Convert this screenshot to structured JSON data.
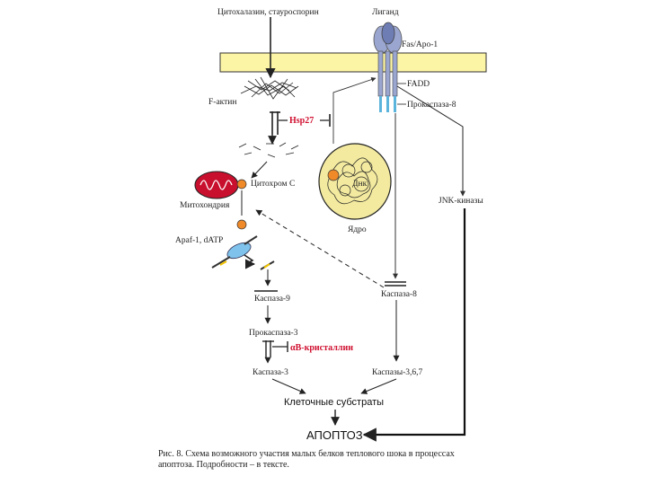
{
  "labels": {
    "cytochalasin": "Цитохалазин, стауроспорин",
    "ligand": "Лиганд",
    "fas_apo": "Fas/Apo-1",
    "fadd": "FADD",
    "procaspase8": "Прокаспаза-8",
    "f_actin": "F-актин",
    "hsp27": "Hsp27",
    "mitochondria": "Митохондрия",
    "cytochrome_c": "Цитохром С",
    "dna": "Днк",
    "nucleus": "Ядро",
    "jnk": "JNK-киназы",
    "apaf": "Apaf-1, dATP",
    "caspase9": "Каспаза-9",
    "caspase8": "Каспаза-8",
    "procaspase3": "Прокаспаза-3",
    "ab_crystallin": "αB-кристаллин",
    "caspase3": "Каспаза-3",
    "caspase367": "Каспазы-3,6,7",
    "substrates": "Клеточные субстраты",
    "apoptosis": "АПОПТОЗ"
  },
  "caption": {
    "line1": "Рис. 8. Схема возможного участия малых белков теплового шока в процессах",
    "line2": "апоптоза. Подробности – в тексте."
  },
  "colors": {
    "membrane": "#fdf5a6",
    "receptor": "#9aa6cf",
    "procaspase_bar": "#5bb4dc",
    "mito": "#c8102e",
    "dot": "#f08a28",
    "nucleus": "#f3eaa0",
    "apaf_oval": "#7fc3ec",
    "inhibitor_text": "#d01030"
  }
}
